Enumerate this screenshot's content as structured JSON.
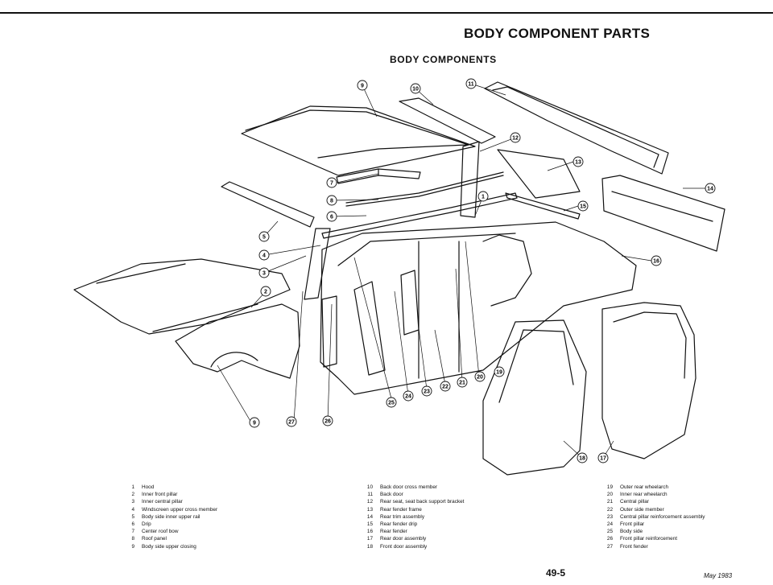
{
  "header": {
    "title": "BODY COMPONENT PARTS",
    "subtitle": "BODY COMPONENTS"
  },
  "callouts": [
    "9",
    "10",
    "11",
    "12",
    "13",
    "14",
    "15",
    "16",
    "7",
    "8",
    "6",
    "5",
    "4",
    "3",
    "2",
    "1",
    "9",
    "27",
    "26",
    "25",
    "24",
    "23",
    "22",
    "21",
    "20",
    "19",
    "18",
    "17"
  ],
  "legend": {
    "col1": [
      {
        "num": "1",
        "label": "Hood"
      },
      {
        "num": "2",
        "label": "Inner front pillar"
      },
      {
        "num": "3",
        "label": "Inner central pillar"
      },
      {
        "num": "4",
        "label": "Windscreen upper cross member"
      },
      {
        "num": "5",
        "label": "Body side inner upper rail"
      },
      {
        "num": "6",
        "label": "Drip"
      },
      {
        "num": "7",
        "label": "Center roof bow"
      },
      {
        "num": "8",
        "label": "Roof panel"
      },
      {
        "num": "9",
        "label": "Body side upper closing"
      }
    ],
    "col2": [
      {
        "num": "10",
        "label": "Back door cross member"
      },
      {
        "num": "11",
        "label": "Back door"
      },
      {
        "num": "12",
        "label": "Rear seat, seat back support bracket"
      },
      {
        "num": "13",
        "label": "Rear fender frame"
      },
      {
        "num": "14",
        "label": "Rear trim assembly"
      },
      {
        "num": "15",
        "label": "Rear fender drip"
      },
      {
        "num": "16",
        "label": "Rear fender"
      },
      {
        "num": "17",
        "label": "Rear door assembly"
      },
      {
        "num": "18",
        "label": "Front door assembly"
      }
    ],
    "col3": [
      {
        "num": "19",
        "label": "Outer rear wheelarch"
      },
      {
        "num": "20",
        "label": "Inner rear wheelarch"
      },
      {
        "num": "21",
        "label": "Central pillar"
      },
      {
        "num": "22",
        "label": "Outer side member"
      },
      {
        "num": "23",
        "label": "Central pillar reinforcement assembly"
      },
      {
        "num": "24",
        "label": "Front pillar"
      },
      {
        "num": "25",
        "label": "Body side"
      },
      {
        "num": "26",
        "label": "Front pillar reinforcement"
      },
      {
        "num": "27",
        "label": "Front fender"
      }
    ]
  },
  "footer": {
    "page": "49-5",
    "date": "May 1983"
  }
}
